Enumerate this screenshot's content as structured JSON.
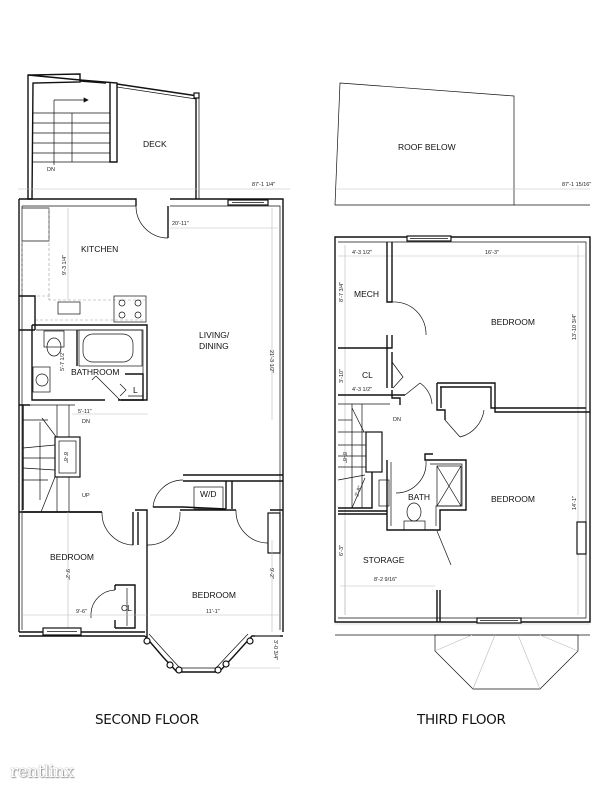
{
  "floors": [
    {
      "title": "SECOND FLOOR",
      "rooms": {
        "deck": "DECK",
        "kitchen": "KITCHEN",
        "living": "LIVING/",
        "living2": "DINING",
        "bathroom": "BATHROOM",
        "linen": "L",
        "wd": "W/D",
        "bedroom1": "BEDROOM",
        "bedroom2": "BEDROOM",
        "closet": "CL"
      },
      "labels": {
        "stair_dn_deck": "DN",
        "stair_dn": "DN",
        "stair_up": "UP"
      },
      "dims": {
        "overall_depth": "87'-1 1/4\"",
        "living_width": "20'-11\"",
        "kitchen_depth": "9'-3 1/4\"",
        "living_depth": "21'-3 1/2\"",
        "bath_depth": "5'-7 1/2\"",
        "hall_width": "5'-11\"",
        "stair_width": "8'-8\"",
        "bed1_depth": "9'-2\"",
        "bed1_width": "9'-6\"",
        "bed2_depth": "9'-2\"",
        "bed2_width": "11'-1\"",
        "bay_depth": "3'-0 3/4\""
      }
    },
    {
      "title": "THIRD FLOOR",
      "rooms": {
        "roof": "ROOF BELOW",
        "mech": "MECH",
        "bedroom1": "BEDROOM",
        "closet": "CL",
        "bath": "BATH",
        "bedroom2": "BEDROOM",
        "storage": "STORAGE"
      },
      "labels": {
        "stair_dn": "DN"
      },
      "dims": {
        "overall_depth": "87'-1 15/16\"",
        "mech_width": "4'-3 1/2\"",
        "bed1_width": "16'-3\"",
        "mech_depth": "8'-7 3/4\"",
        "bed1_depth": "13'-10 3/4\"",
        "cl_depth": "3'-10\"",
        "cl_width": "4'-3 1/2\"",
        "stair_depth": "8'-8\"",
        "stair_width": "2'-8\"",
        "bed2_depth": "14'-1\"",
        "storage_depth": "6'-3\"",
        "storage_width": "8'-2 9/16\""
      }
    }
  ],
  "watermark": "rentlinx"
}
